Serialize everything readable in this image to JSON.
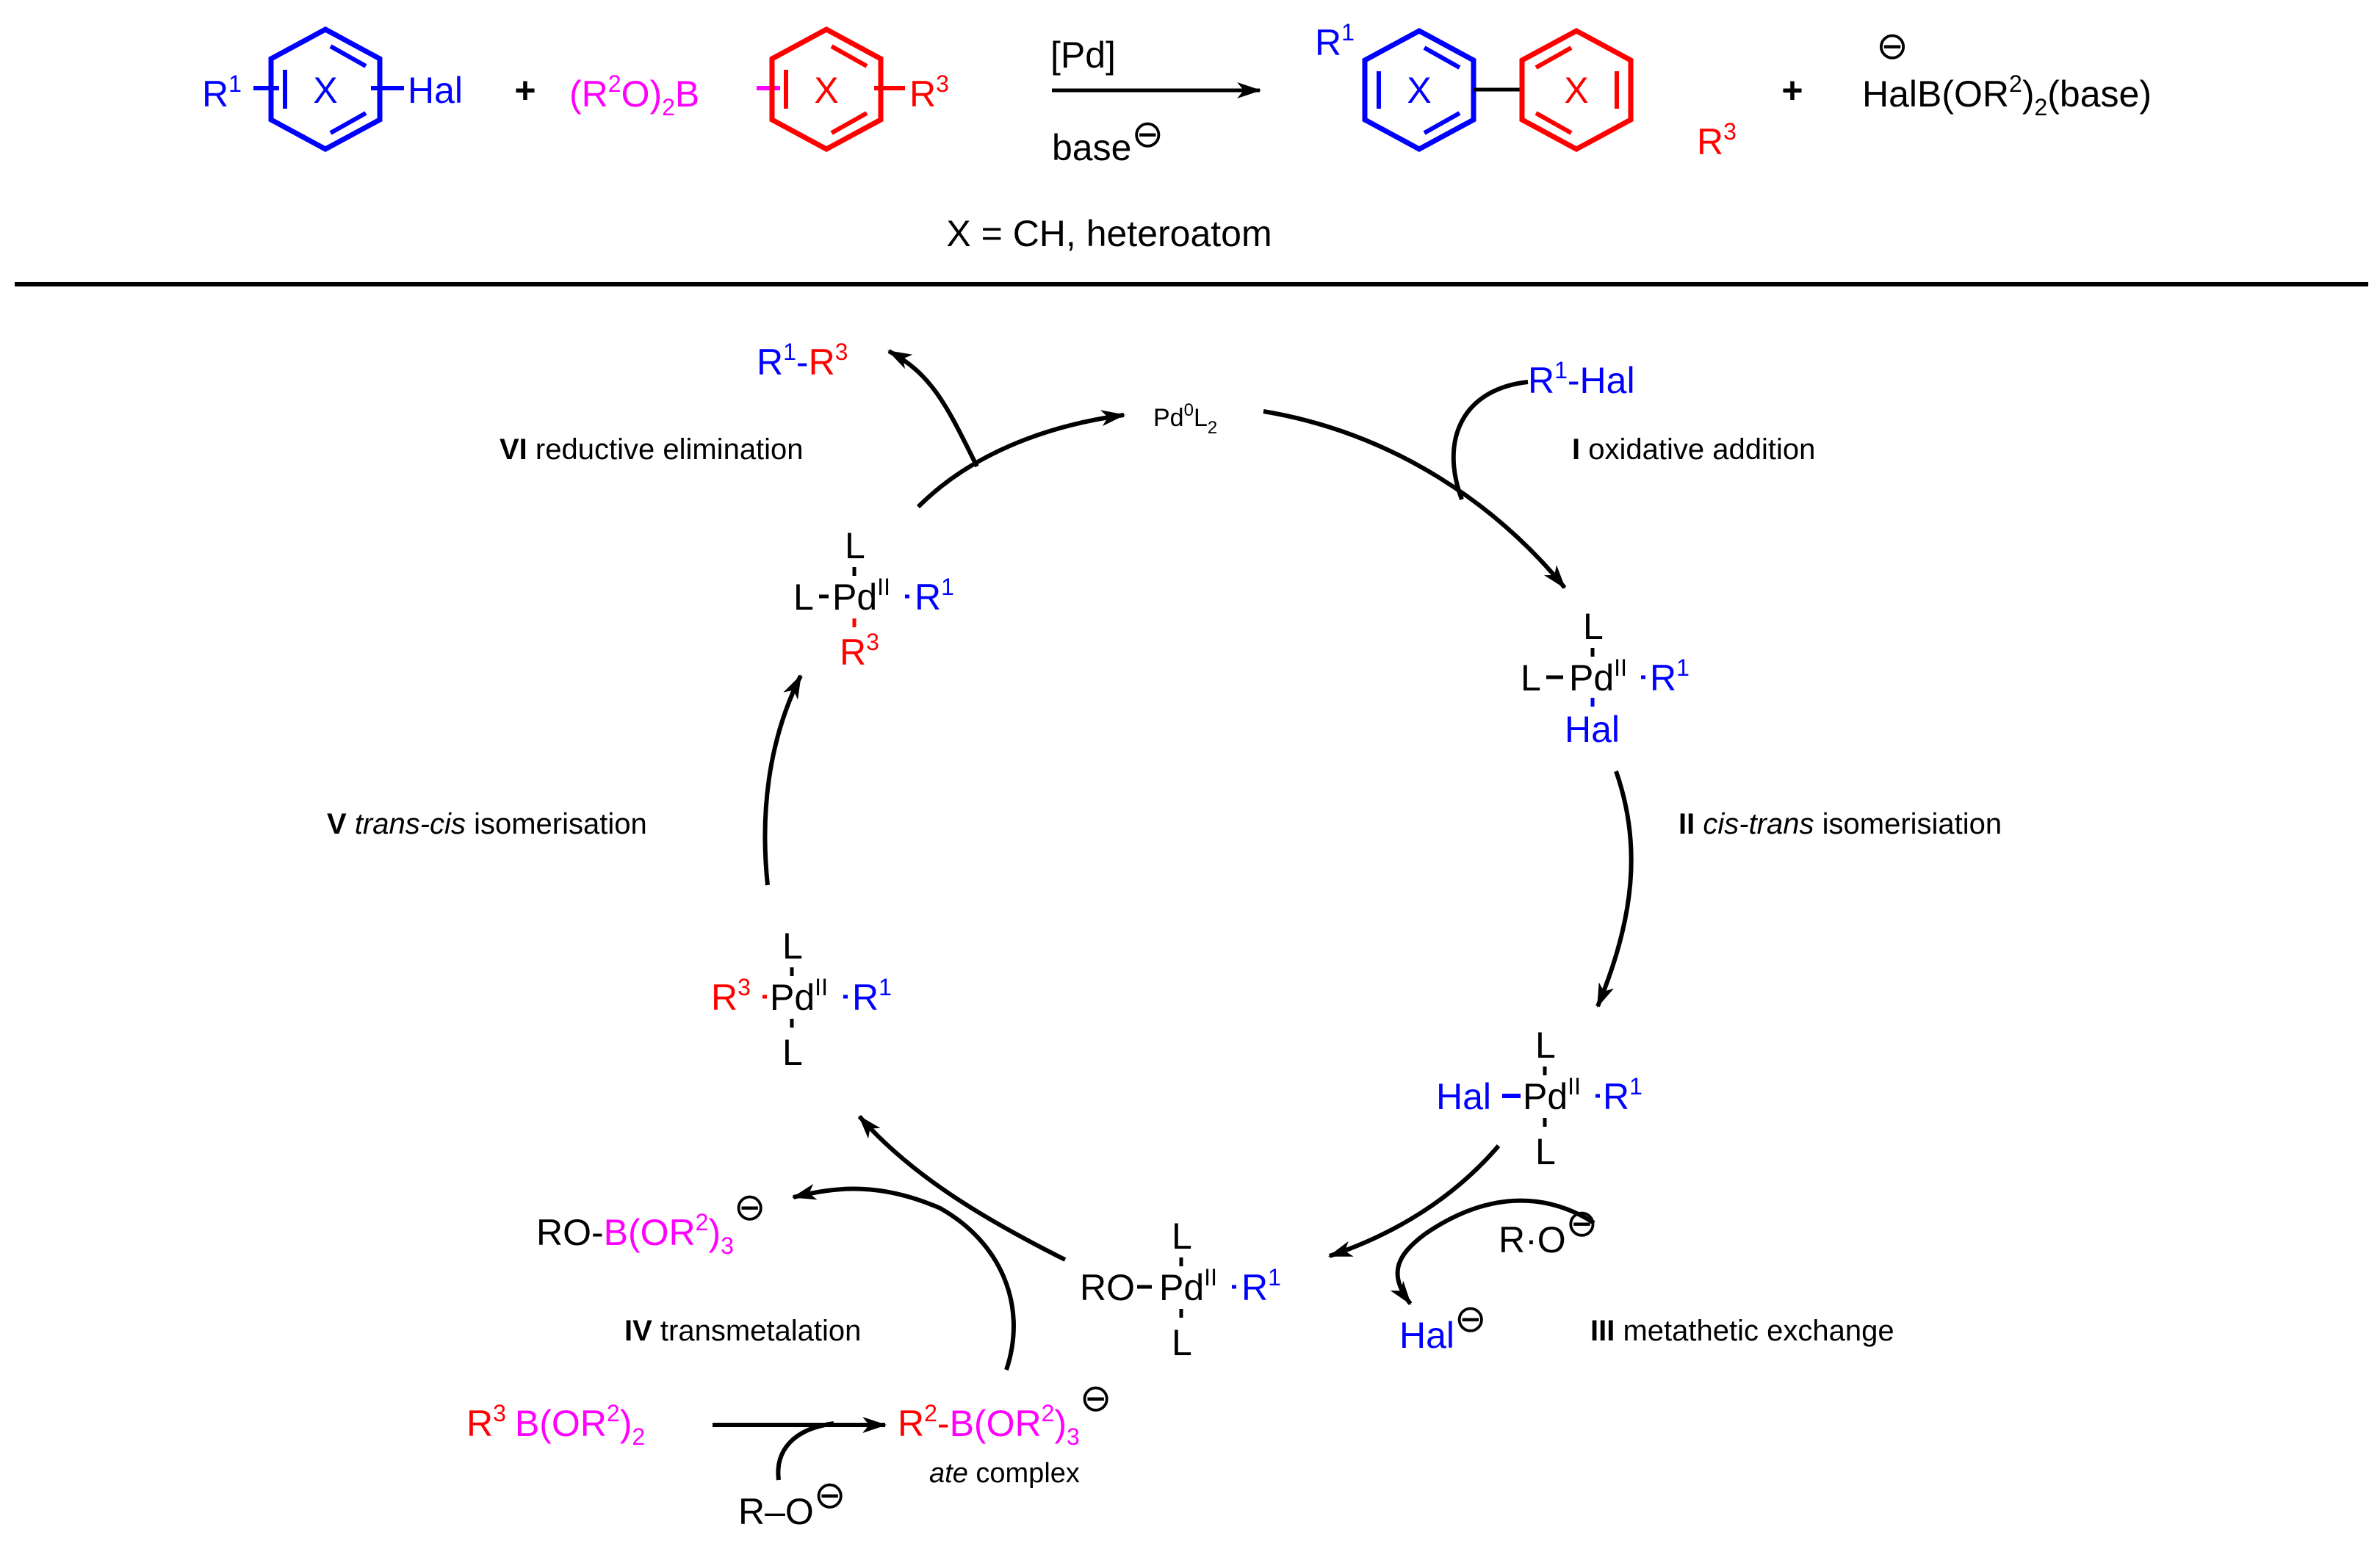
{
  "colors": {
    "black": "#000000",
    "blue": "#0000ff",
    "red": "#ff0000",
    "magenta": "#ff00ff"
  },
  "equation": {
    "r1": "R",
    "r1_sup": "1",
    "ring_x": "X",
    "hal": "Hal",
    "plus": "+",
    "boronic_pre": "(R",
    "boronic_sup": "2",
    "boronic_mid": "O)",
    "boronic_sub": "2",
    "boronic_b": "B",
    "r3": "R",
    "r3_sup": "3",
    "catalyst": "[Pd]",
    "base": "base",
    "minus": "⊖",
    "byproduct_pre": "HalB(OR",
    "byproduct_sup": "2",
    "byproduct_mid": ")",
    "byproduct_sub": "2",
    "byproduct_post": "(base)",
    "x_definition": "X = CH, heteroatom"
  },
  "cycle": {
    "pd0": {
      "pd": "Pd",
      "sup": "0",
      "l": "L",
      "sub": "2"
    },
    "product": {
      "r1": "R",
      "sup1": "1",
      "dash": "-",
      "r3": "R",
      "sup3": "3"
    },
    "r1hal": {
      "r1": "R",
      "sup1": "1",
      "dash": "-Hal"
    },
    "steps": {
      "i": {
        "num": "I",
        "text": "oxidative addition"
      },
      "ii": {
        "num": "II",
        "italic": "cis-trans",
        "text": "isomerisiation"
      },
      "iii": {
        "num": "III",
        "text": "metathetic exchange"
      },
      "iv": {
        "num": "IV",
        "text": "transmetalation"
      },
      "v": {
        "num": "V",
        "italic": "trans-cis",
        "text": "isomerisation"
      },
      "vi": {
        "num": "VI",
        "text": "reductive elimination"
      }
    },
    "complex_a": {
      "l_top": "L",
      "l_left": "L",
      "pd": "Pd",
      "ox": "II",
      "r1": "R",
      "sup1": "1",
      "bottom": "Hal"
    },
    "complex_b": {
      "l_top": "L",
      "left": "Hal",
      "pd": "Pd",
      "ox": "II",
      "r1": "R",
      "sup1": "1",
      "l_bottom": "L"
    },
    "ro_minus": {
      "r": "R",
      "o": "O"
    },
    "hal_minus": "Hal",
    "complex_c": {
      "l_top": "L",
      "ro": "RO",
      "pd": "Pd",
      "ox": "II",
      "r1": "R",
      "sup1": "1",
      "l_bottom": "L"
    },
    "boronate_out": {
      "ro": "RO",
      "b": "B(OR",
      "sup": "2",
      "close": ")",
      "sub": "3"
    },
    "boronic_in": {
      "r": "R",
      "sup3": "3",
      "b": "B(OR",
      "sup": "2",
      "close": ")",
      "sub": "2"
    },
    "ate": {
      "r": "R",
      "sup2": "2",
      "b": "B(OR",
      "sup": "2",
      "close": ")",
      "sub": "3",
      "label_italic": "ate",
      "label": "complex"
    },
    "ro_base": {
      "r": "R",
      "o": "O"
    },
    "complex_d": {
      "l_top": "L",
      "r3": "R",
      "sup3": "3",
      "pd": "Pd",
      "ox": "II",
      "r1": "R",
      "sup1": "1",
      "l_bottom": "L"
    },
    "complex_e": {
      "l_top": "L",
      "l_left": "L",
      "pd": "Pd",
      "ox": "II",
      "r1": "R",
      "sup1": "1",
      "r3": "R",
      "sup3": "3"
    }
  }
}
